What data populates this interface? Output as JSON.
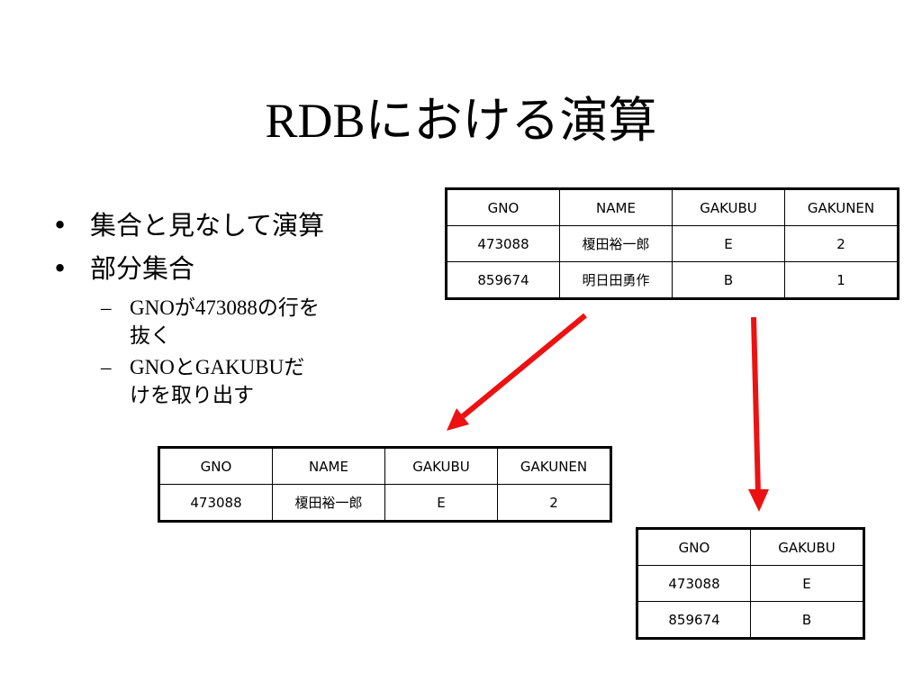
{
  "slide": {
    "title": "RDBにおける演算"
  },
  "bullets": {
    "marker": "•",
    "sub_marker": "–",
    "items": [
      {
        "text": "集合と見なして演算"
      },
      {
        "text": "部分集合"
      }
    ],
    "subitems": [
      {
        "line1": "GNOが473088の行を",
        "line2": "抜く"
      },
      {
        "line1": "GNOとGAKUBUだ",
        "line2": "けを取り出す"
      }
    ]
  },
  "tables": {
    "source": {
      "headers": [
        "GNO",
        "NAME",
        "GAKUBU",
        "GAKUNEN"
      ],
      "rows": [
        [
          "473088",
          "榎田裕一郎",
          "E",
          "2"
        ],
        [
          "859674",
          "明日田勇作",
          "B",
          "1"
        ]
      ]
    },
    "row_selection": {
      "headers": [
        "GNO",
        "NAME",
        "GAKUBU",
        "GAKUNEN"
      ],
      "rows": [
        [
          "473088",
          "榎田裕一郎",
          "E",
          "2"
        ]
      ]
    },
    "projection": {
      "headers": [
        "GNO",
        "GAKUBU"
      ],
      "rows": [
        [
          "473088",
          "E"
        ],
        [
          "859674",
          "B"
        ]
      ]
    }
  },
  "colors": {
    "arrow": "#ee1111",
    "text": "#000000",
    "background": "#ffffff"
  }
}
